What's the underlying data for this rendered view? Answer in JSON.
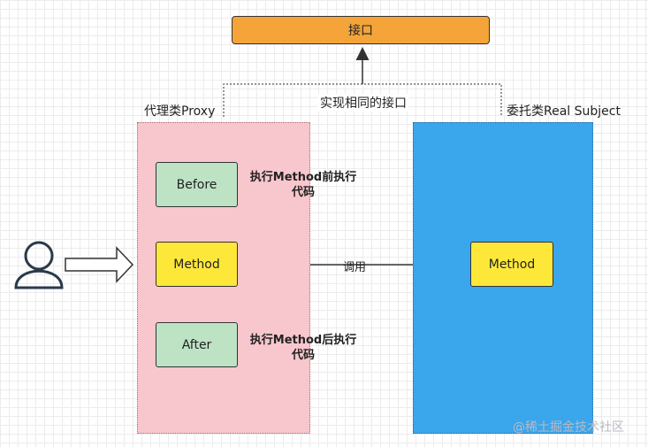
{
  "interface": {
    "label": "接口"
  },
  "implement_label": "实现相同的接口",
  "proxy": {
    "title": "代理类Proxy",
    "before": "Before",
    "method": "Method",
    "after": "After",
    "before_note": "执行Method前执行代码",
    "after_note": "执行Method后执行代码"
  },
  "real_subject": {
    "title": "委托类Real Subject",
    "method": "Method"
  },
  "call_label": "调用",
  "watermark": "@稀土掘金技术社区",
  "icons": {
    "user": "user-icon",
    "arrow": "hollow-right-arrow-icon"
  },
  "colors": {
    "interface": "#f5a43a",
    "proxy_region": "#f8c6cd",
    "real_region": "#3aa6ec",
    "before_after": "#bde3c4",
    "method": "#fde83a"
  }
}
